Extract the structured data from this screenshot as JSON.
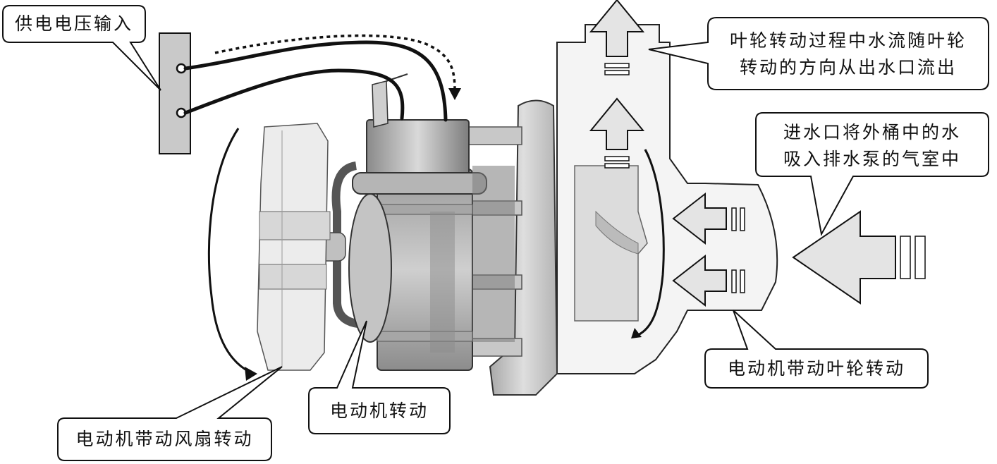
{
  "callouts": {
    "power_input": "供电电压输入",
    "impeller_water_flow_line1": "叶轮转动过程中水流随叶轮",
    "impeller_water_flow_line2": "转动的方向从出水口流出",
    "inlet_line1": "进水口将外桶中的水",
    "inlet_line2": "吸入排水泵的气室中",
    "motor_drives_impeller": "电动机带动叶轮转动",
    "motor_rotates": "电动机转动",
    "motor_drives_fan": "电动机带动风扇转动"
  },
  "colors": {
    "outline": "#111111",
    "box_fill": "#ffffff",
    "arrow_fill": "#e4e4e4",
    "terminal_fill": "#c9c9c9",
    "housing_fill": "#eeeeee",
    "metal_dark": "#6d6d6d",
    "metal_light": "#bdbdbd"
  }
}
